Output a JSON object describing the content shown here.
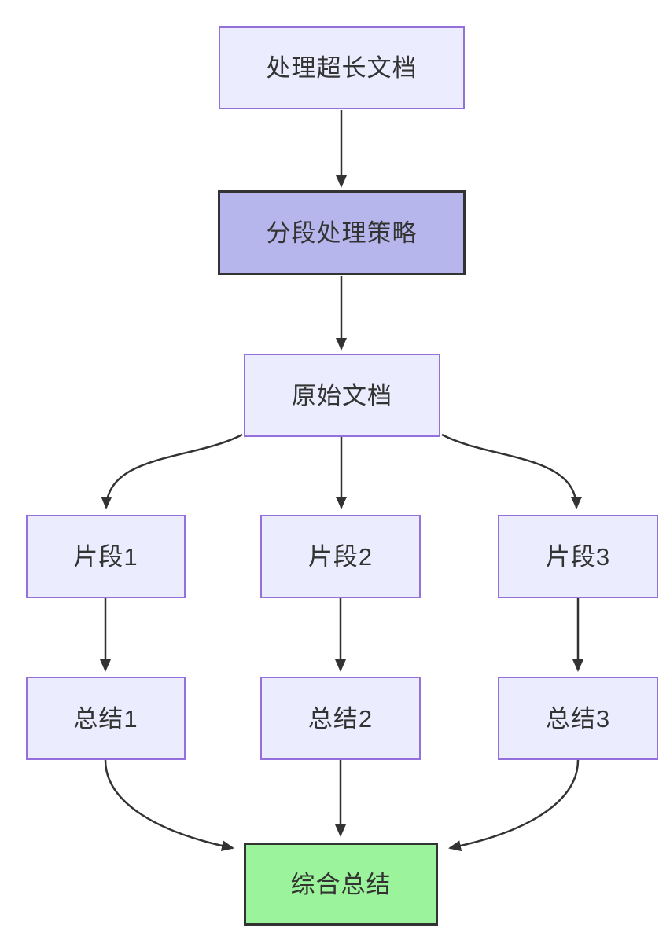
{
  "diagram": {
    "type": "flowchart",
    "direction": "top-down",
    "background": "#ffffff",
    "edge_color": "#333333",
    "text_color": "#333333",
    "styles": {
      "default": {
        "fill": "#ECECFF",
        "stroke": "#9370DB",
        "stroke_width": "2px"
      },
      "strategy": {
        "fill": "#B6B6EC",
        "stroke": "#333333",
        "stroke_width": "3.5px"
      },
      "result": {
        "fill": "#9BF49B",
        "stroke": "#333333",
        "stroke_width": "3.5px"
      }
    },
    "nodes": [
      {
        "id": "process-long-document",
        "label": "处理超长文档",
        "style": "default"
      },
      {
        "id": "segmentation-strategy",
        "label": "分段处理策略",
        "style": "strategy"
      },
      {
        "id": "original-document",
        "label": "原始文档",
        "style": "default"
      },
      {
        "id": "fragment-1",
        "label": "片段1",
        "style": "default"
      },
      {
        "id": "fragment-2",
        "label": "片段2",
        "style": "default"
      },
      {
        "id": "fragment-3",
        "label": "片段3",
        "style": "default"
      },
      {
        "id": "summary-1",
        "label": "总结1",
        "style": "default"
      },
      {
        "id": "summary-2",
        "label": "总结2",
        "style": "default"
      },
      {
        "id": "summary-3",
        "label": "总结3",
        "style": "default"
      },
      {
        "id": "final-summary",
        "label": "综合总结",
        "style": "result"
      }
    ],
    "edges": [
      {
        "from": "处理超长文档",
        "to": "分段处理策略"
      },
      {
        "from": "分段处理策略",
        "to": "原始文档"
      },
      {
        "from": "原始文档",
        "to": "片段1"
      },
      {
        "from": "原始文档",
        "to": "片段2"
      },
      {
        "from": "原始文档",
        "to": "片段3"
      },
      {
        "from": "片段1",
        "to": "总结1"
      },
      {
        "from": "片段2",
        "to": "总结2"
      },
      {
        "from": "片段3",
        "to": "总结3"
      },
      {
        "from": "总结1",
        "to": "综合总结"
      },
      {
        "from": "总结2",
        "to": "综合总结"
      },
      {
        "from": "总结3",
        "to": "综合总结"
      }
    ]
  }
}
